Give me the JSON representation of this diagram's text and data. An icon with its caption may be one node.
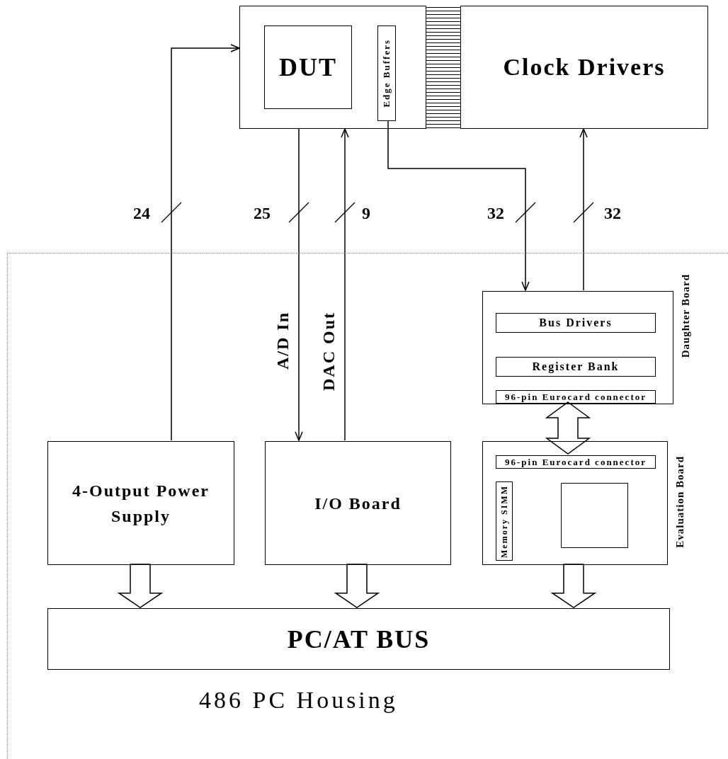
{
  "diagram": {
    "nodes": [
      {
        "text": [],
        "shape": "box"
      },
      {
        "text": [
          "DUT"
        ],
        "in": 0
      },
      {
        "text": [
          "Edge Buffers"
        ],
        "in": 0
      },
      {
        "text": [
          "Clock Drivers"
        ]
      },
      {
        "text": [
          "486 PC Housing"
        ]
      },
      {
        "text": [],
        "shape": "box",
        "in": 4,
        "beside": [
          "Daughter Board"
        ]
      },
      {
        "text": [
          "Bus Drivers"
        ],
        "in": 5
      },
      {
        "text": [
          "Register Bank"
        ],
        "in": 5
      },
      {
        "text": [
          "96-pin Eurocard connector"
        ],
        "in": 5
      },
      {
        "text": [],
        "shape": "box",
        "in": 4,
        "beside": [
          "Evaluation Board"
        ]
      },
      {
        "text": [
          "96-pin Eurocard connector"
        ],
        "in": 9
      },
      {
        "text": [
          "Memory SIMM"
        ],
        "in": 9
      },
      {
        "text": [],
        "shape": "box",
        "in": 9
      },
      {
        "text": [
          "4-Output Power Supply"
        ],
        "in": 4
      },
      {
        "text": [
          "I/O Board"
        ],
        "in": 4
      },
      {
        "text": [
          "PC/AT BUS"
        ],
        "in": 4
      }
    ],
    "edges": [
      {
        "from": 0,
        "to": 3,
        "arrow": "none",
        "style": "thick"
      },
      {
        "from": 13,
        "to": 0,
        "arrow": "to",
        "label": "24"
      },
      {
        "from": 0,
        "to": 14,
        "arrow": "to",
        "label": "25"
      },
      {
        "from": 14,
        "to": 0,
        "arrow": "to",
        "label": "9"
      },
      {
        "from": 2,
        "to": 5,
        "arrow": "to",
        "label": "32"
      },
      {
        "from": 5,
        "to": 3,
        "arrow": "to",
        "label": "32"
      },
      {
        "from": 8,
        "to": 10,
        "arrow": "both",
        "style": "thick"
      },
      {
        "from": 13,
        "to": 15,
        "arrow": "to",
        "style": "thick"
      },
      {
        "from": 14,
        "to": 15,
        "arrow": "to",
        "style": "thick"
      },
      {
        "from": 9,
        "to": 15,
        "arrow": "to",
        "style": "thick"
      }
    ],
    "labels": [
      "A/D In",
      "DAC Out"
    ]
  }
}
